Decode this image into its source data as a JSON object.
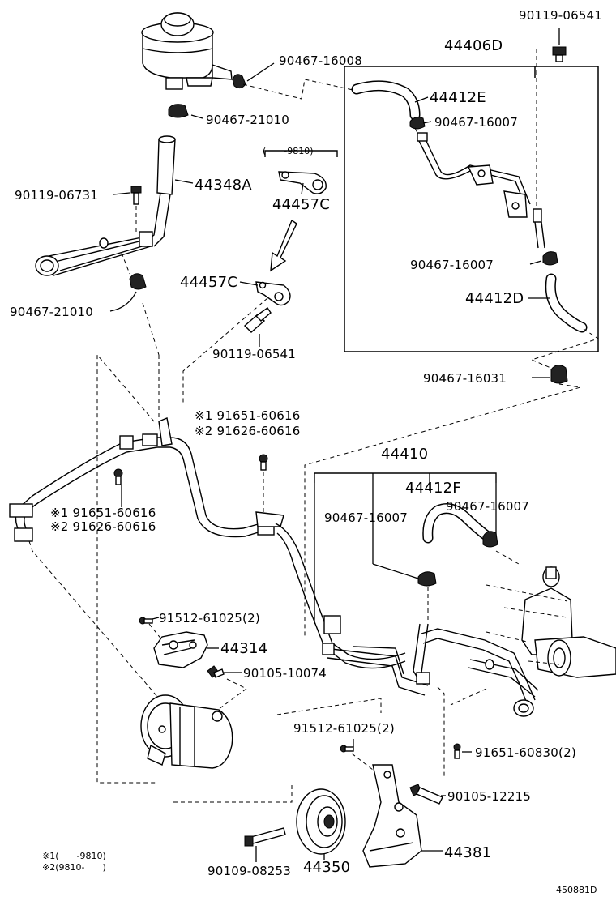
{
  "labels": {
    "p90119_06541_top": "90119-06541",
    "p44406D": "44406D",
    "p90467_16008": "90467-16008",
    "p44412E": "44412E",
    "p90467_21010_top": "90467-21010",
    "p90467_16007_a": "90467-16007",
    "p9810_paren": "(　　-9810)",
    "p90119_06731": "90119-06731",
    "p44348A": "44348A",
    "p44457C_upper": "44457C",
    "p90467_16007_b": "90467-16007",
    "p44457C_lower": "44457C",
    "p44412D": "44412D",
    "p90467_21010_bot": "90467-21010",
    "p90119_06541_mid": "90119-06541",
    "p90467_16031": "90467-16031",
    "p91651_60616_a": "※1 91651-60616",
    "p91626_60616_a": "※2 91626-60616",
    "p44410": "44410",
    "p44412F": "44412F",
    "p90467_16007_c": "90467-16007",
    "p90467_16007_d": "90467-16007",
    "p91651_60616_b": "※1 91651-60616",
    "p91626_60616_b": "※2 91626-60616",
    "p91512_61025_a": "91512-61025(2)",
    "p44314": "44314",
    "p90105_10074": "90105-10074",
    "p91512_61025_b": "91512-61025(2)",
    "p91651_60830": "91651-60830(2)",
    "p90105_12215": "90105-12215",
    "p90109_08253": "90109-08253",
    "p44350": "44350",
    "p44381": "44381"
  },
  "footnotes": {
    "note1": "※1(　　-9810)",
    "note2": "※2(9810-　　)"
  },
  "figure_code": "450881D"
}
